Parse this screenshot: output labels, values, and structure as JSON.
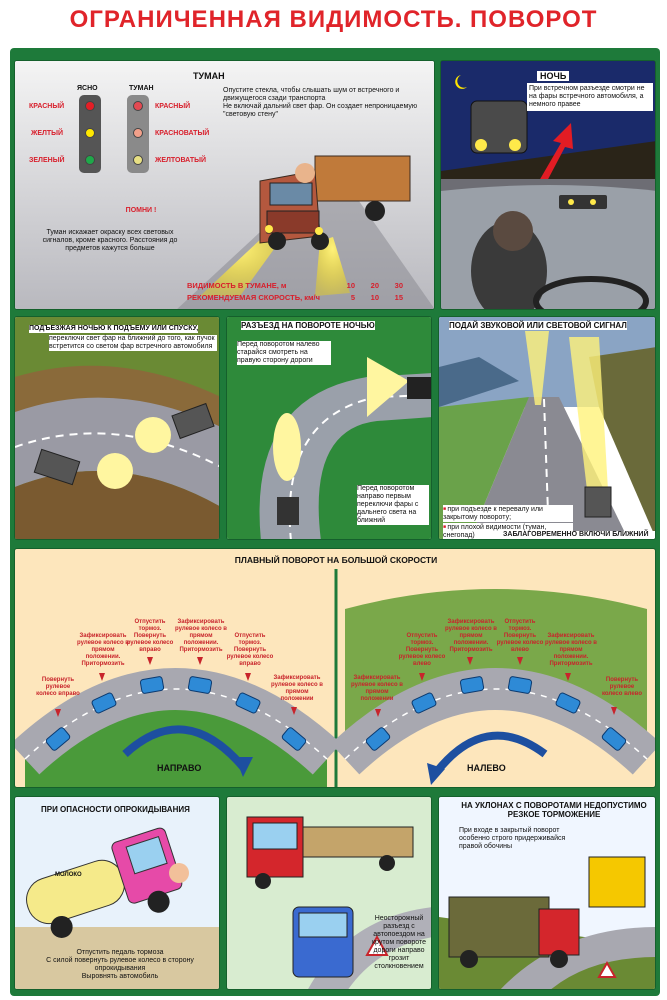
{
  "title": "ОГРАНИЧЕННАЯ ВИДИМОСТЬ. ПОВОРОТ",
  "fog": {
    "heading": "ТУМАН",
    "text": "Опустите стекла, чтобы слышать шум от встречного и движущегося сзади транспорта\nНе включай дальний свет фар. Он создает непроницаемую \"световую стену\"",
    "clear_label": "ЯСНО",
    "fog_label": "ТУМАН",
    "lights_clear": [
      "КРАСНЫЙ",
      "ЖЕЛТЫЙ",
      "ЗЕЛЕНЫЙ"
    ],
    "lights_fog": [
      "КРАСНЫЙ",
      "КРАСНОВАТЫЙ",
      "ЖЕЛТОВАТЫЙ"
    ],
    "remember": "ПОМНИ !",
    "remember_text": "Туман искажает окраску всех световых сигналов, кроме красного. Расстояния до предметов кажутся больше",
    "table_row1_label": "ВИДИМОСТЬ В ТУМАНЕ, м",
    "table_row1": [
      "10",
      "20",
      "30"
    ],
    "table_row2_label": "РЕКОМЕНДУЕМАЯ СКОРОСТЬ, км/ч",
    "table_row2": [
      "5",
      "10",
      "15"
    ]
  },
  "night": {
    "heading": "НОЧЬ",
    "text": "При встречном разъезде смотри не на фары встречного автомобиля, а немного правее"
  },
  "uphill": {
    "heading": "ПОДЪЕЗЖАЯ НОЧЬЮ К ПОДЪЕМУ ИЛИ СПУСКУ,",
    "text": "переключи свет фар на ближний до того, как пучок встретится со светом фар встречного автомобиля"
  },
  "turn_night": {
    "heading": "РАЗЪЕЗД НА ПОВОРОТЕ НОЧЬЮ",
    "text1": "Перед поворотом налево старайся смотреть на правую сторону дороги",
    "text2": "Перед поворотом направо первым переключи фары с дальнего света на ближний"
  },
  "signal": {
    "heading": "ПОДАЙ ЗВУКОВОЙ ИЛИ СВЕТОВОЙ СИГНАЛ",
    "bullets": [
      "при подъезде к перевалу или закрытому повороту;",
      "при плохой видимости (туман, снегопад)"
    ],
    "footer": "ЗАБЛАГОВРЕМЕННО ВКЛЮЧИ БЛИЖНИЙ СВЕТ"
  },
  "smooth_turn": {
    "heading": "ПЛАВНЫЙ ПОВОРОТ НА БОЛЬШОЙ СКОРОСТИ",
    "right_label": "НАПРАВО",
    "left_label": "НАЛЕВО",
    "right_steps": [
      "Повернуть рулевое колесо вправо",
      "Зафиксировать рулевое колесо в прямом положении. Притормозить",
      "Отпустить тормоз. Повернуть рулевое колесо вправо",
      "Зафиксировать рулевое колесо в прямом положении. Притормозить",
      "Отпустить тормоз. Повернуть рулевое колесо вправо",
      "Зафиксировать рулевое колесо в прямом положении"
    ],
    "left_steps": [
      "Зафиксировать рулевое колесо в прямом положении",
      "Отпустить тормоз. Повернуть рулевое колесо влево",
      "Зафиксировать рулевое колесо в прямом положении. Притормозить",
      "Отпустить тормоз. Повернуть рулевое колесо влево",
      "Зафиксировать рулевое колесо в прямом положении. Притормозить",
      "Повернуть рулевое колесо влево"
    ]
  },
  "rollover": {
    "heading": "ПРИ ОПАСНОСТИ ОПРОКИДЫВАНИЯ",
    "text": "Отпустить педаль тормоза\nС силой повернуть рулевое колесо в сторону опрокидывания\nВыровнять автомобиль",
    "tank_label": "МОЛОКО"
  },
  "careless": {
    "text": "Неосторожный разъезд с автопоездом на крутом повороте дороги направо грозит столкновением"
  },
  "slopes": {
    "heading": "НА УКЛОНАХ С ПОВОРОТАМИ НЕДОПУСТИМО РЕЗКОЕ ТОРМОЖЕНИЕ",
    "text": "При входе в закрытый поворот особенно строго придерживайся правой обочины"
  }
}
